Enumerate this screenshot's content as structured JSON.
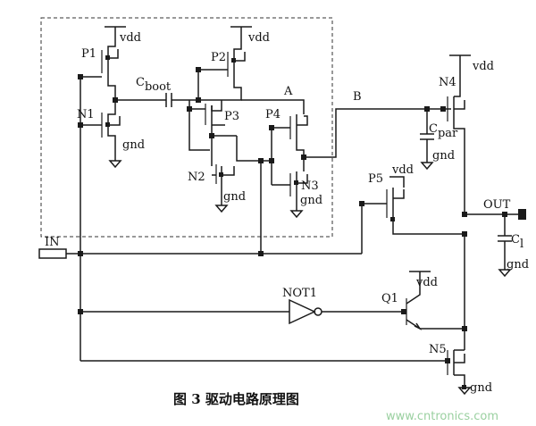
{
  "labels": {
    "vdd_p1": "vdd",
    "vdd_p2": "vdd",
    "vdd_n4": "vdd",
    "vdd_p5": "vdd",
    "vdd_q1": "vdd",
    "p1": "P1",
    "p2": "P2",
    "p3": "P3",
    "p4": "P4",
    "p5": "P5",
    "n1": "N1",
    "n2": "N2",
    "n3": "N3",
    "n4": "N4",
    "n5": "N5",
    "q1": "Q1",
    "c_boot_main": "C",
    "c_boot_sub": "boot",
    "c_par_main": "C",
    "c_par_sub": "par",
    "c_l_main": "C",
    "c_l_sub": "l",
    "gnd_n1": "gnd",
    "gnd_n2": "gnd",
    "gnd_n3": "gnd",
    "gnd_cpar": "gnd",
    "gnd_cl": "gnd",
    "gnd_n5": "gnd",
    "node_a": "A",
    "node_b": "B",
    "in": "IN",
    "out": "OUT",
    "not1": "NOT1"
  },
  "caption": "图 3 驱动电路原理图",
  "watermark": "www.cntronics.com"
}
